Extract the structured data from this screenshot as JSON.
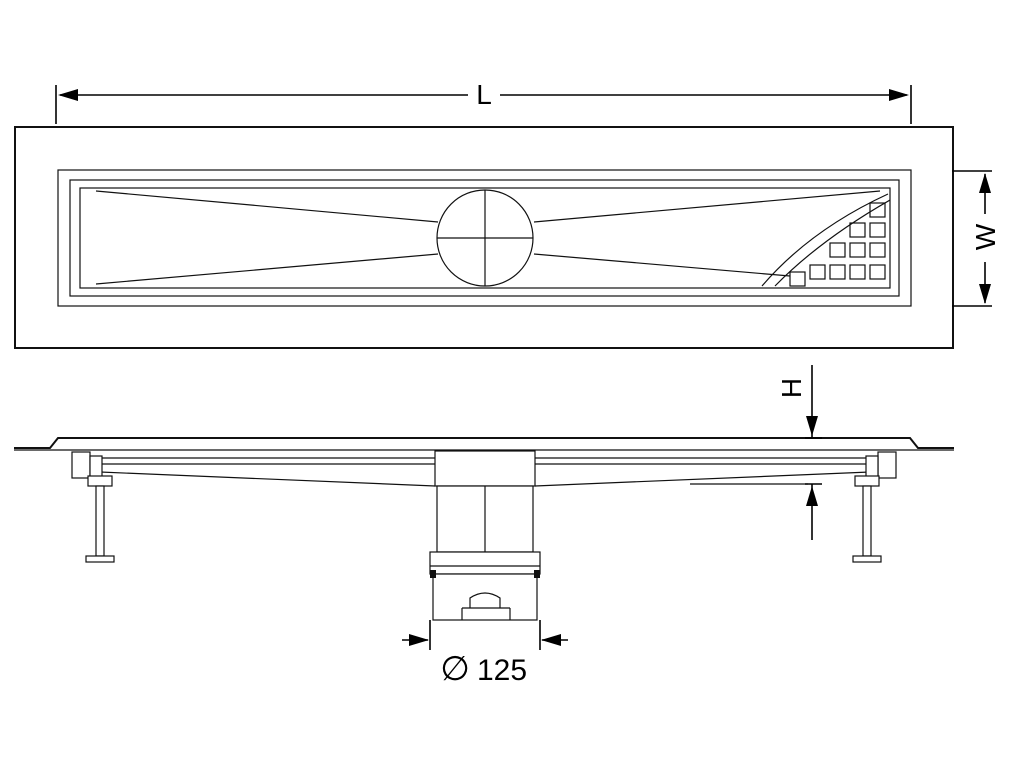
{
  "dimensions": {
    "length_label": "L",
    "width_label": "W",
    "height_label": "H",
    "outlet_symbol": "∅",
    "outlet_value": "125"
  },
  "colors": {
    "line": "#111111",
    "background": "#ffffff"
  }
}
